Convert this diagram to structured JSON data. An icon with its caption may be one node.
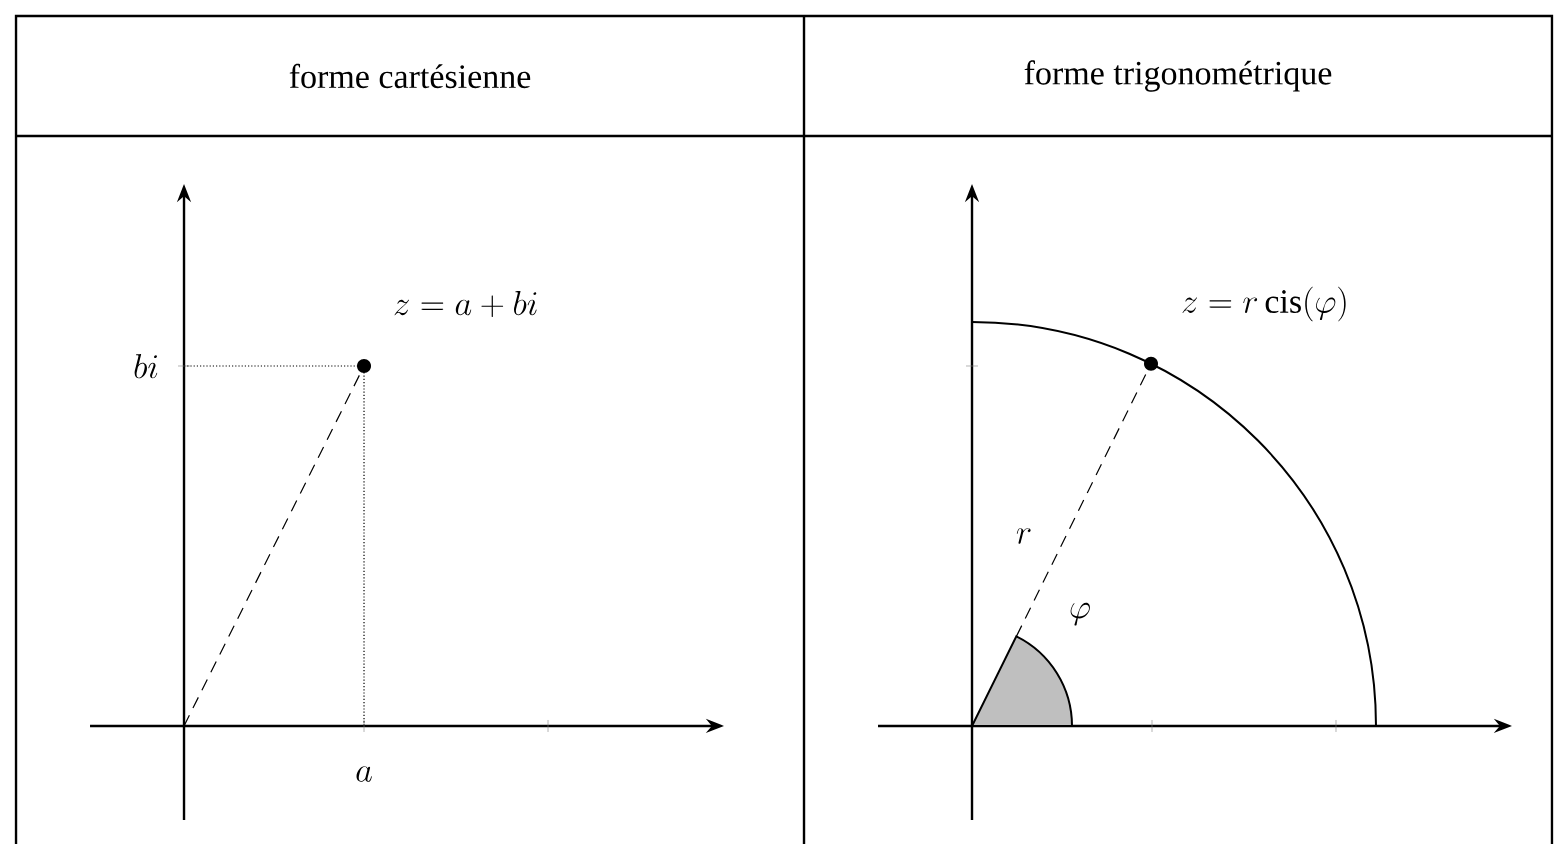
{
  "diagram": {
    "labels": [
      "forme cartésienne",
      "forme trigonométrique",
      "z = a + bi",
      "bi",
      "a",
      "z = r \\operatorname{cis}(\\varphi)",
      "r",
      "\\varphi"
    ]
  }
}
